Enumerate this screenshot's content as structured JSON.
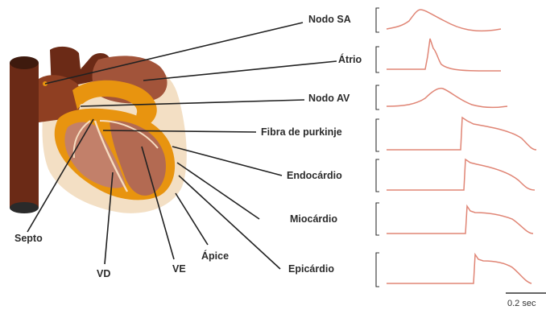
{
  "labels": {
    "nodo_sa": "Nodo SA",
    "atrio": "Átrio",
    "nodo_av": "Nodo AV",
    "purkinje": "Fibra de purkinje",
    "endocardio": "Endocárdio",
    "miocardio": "Miocárdio",
    "epicardio": "Epicárdio",
    "septo": "Septo",
    "vd": "VD",
    "ve": "VE",
    "apice": "Ápice"
  },
  "scale_bar": {
    "label": "0.2 sec"
  },
  "colors": {
    "vessel": "#6b2a16",
    "atrium": "#9c4a2c",
    "ventricle": "#c98b73",
    "conduction": "#e8940f",
    "pericardium": "#f3dfc4",
    "trace": "#e08575",
    "ink": "#2b2b2b"
  }
}
